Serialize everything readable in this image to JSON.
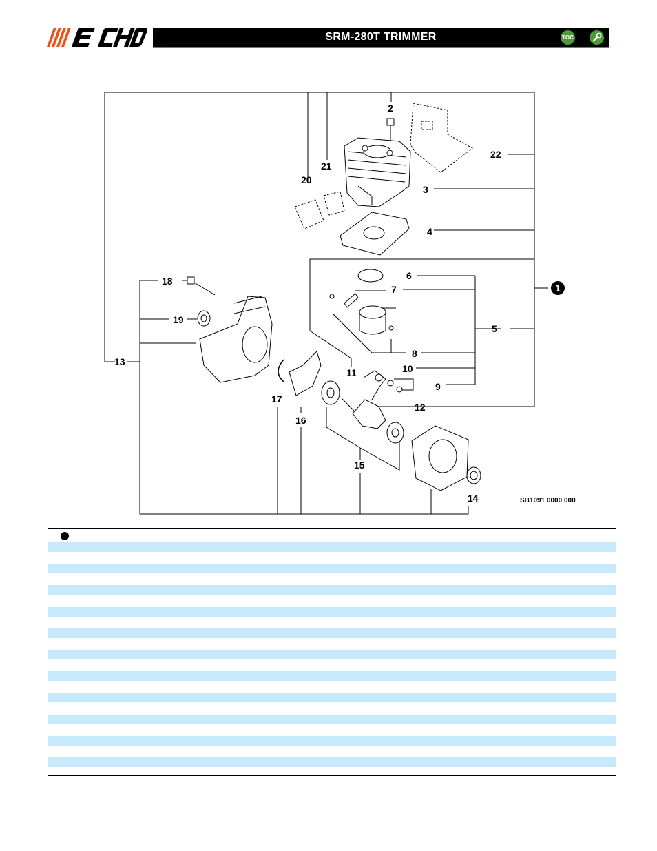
{
  "header": {
    "brand": "ECHO",
    "title": "SRM-280T TRIMMER",
    "toc_label": "TOC",
    "toc_icon": "toc-icon",
    "service_icon": "wrench-icon",
    "accent_color": "#e8531a",
    "button_color": "#4c9a3a"
  },
  "diagram": {
    "reference_code": "SB1091 0000 000",
    "callouts": {
      "c1": "1",
      "c2": "2",
      "c3": "3",
      "c4": "4",
      "c5": "5",
      "c6": "6",
      "c7": "7",
      "c8": "8",
      "c9": "9",
      "c10": "10",
      "c11": "11",
      "c12": "12",
      "c13": "13",
      "c14": "14",
      "c15": "15",
      "c16": "16",
      "c17": "17",
      "c18": "18",
      "c19": "19",
      "c20": "20",
      "c21": "21",
      "c22": "22"
    }
  },
  "parts_table": {
    "header_icon": "kit-bullet-icon",
    "stripe_color": "#c6e9fb",
    "row_count": 22
  }
}
